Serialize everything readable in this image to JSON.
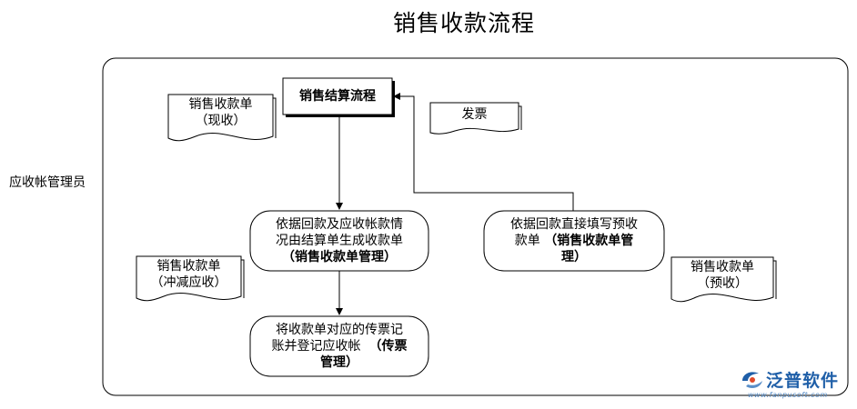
{
  "title": "销售收款流程",
  "role": "应收帐管理员",
  "nodes": {
    "settlement": "销售结算流程",
    "gen_receipt_line1": "依据回款及应收帐款情",
    "gen_receipt_line2": "况由结算单生成收款单",
    "gen_receipt_line3": "（销售收款单管理）",
    "bill_line1": "将收款单对应的传票记",
    "bill_line2": "账并登记应收帐",
    "bill_line2b": "（传票",
    "bill_line3": "管理）",
    "prepay_line1": "依据回款直接填写预收",
    "prepay_line2": "款单",
    "prepay_line2b": "（销售收款单管",
    "prepay_line3": "理）"
  },
  "documents": {
    "cash": {
      "line1": "销售收款单",
      "line2": "（现收）"
    },
    "invoice": {
      "line1": "发票"
    },
    "offset": {
      "line1": "销售收款单",
      "line2": "（冲减应收）"
    },
    "prepay": {
      "line1": "销售收款单",
      "line2": "（预收）"
    }
  },
  "logo": {
    "text": "泛普软件",
    "url": "www.fanpusoft.com"
  },
  "colors": {
    "stroke": "#000000",
    "logo": "#1f5fa8"
  }
}
